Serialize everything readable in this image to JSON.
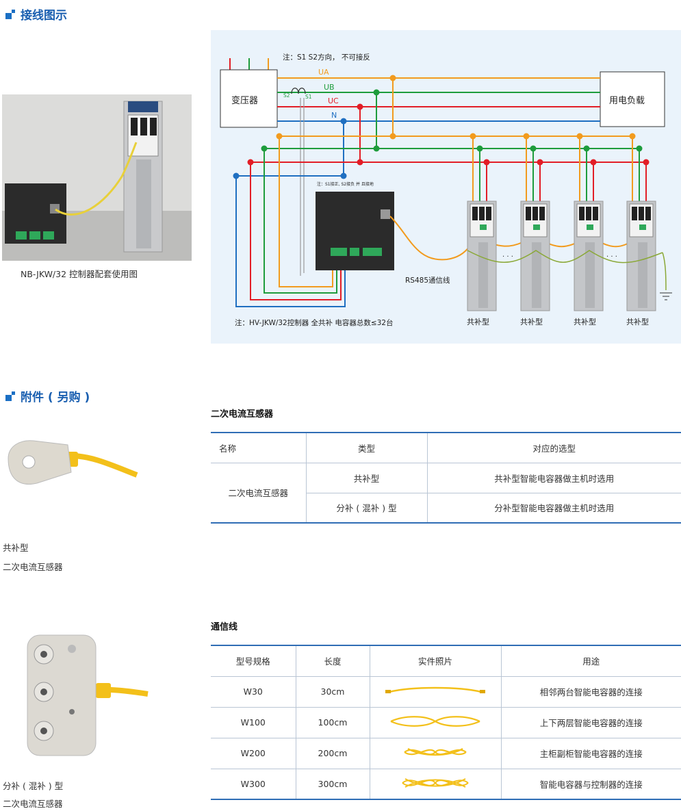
{
  "wiring": {
    "title": "接线图示",
    "photo_caption": "NB-JKW/32 控制器配套使用图",
    "diagram": {
      "note_top": "注：S1 S2方向， 不可接反",
      "transformer": "变压器",
      "load": "用电负载",
      "phase_labels": [
        "UA",
        "UB",
        "UC",
        "N"
      ],
      "s1": "S1",
      "s2": "S2",
      "controller_note": "注：S1接正, S2接负 并 且接地",
      "rs485": "RS485通信线",
      "dots": "· · ·",
      "capacitor_labels": [
        "共补型",
        "共补型",
        "共补型",
        "共补型"
      ],
      "note_bottom": "注：HV-JKW/32控制器 全共补 电容器总数≤32台",
      "colors": {
        "ua": "#f29b1e",
        "ub": "#1e9c3c",
        "uc": "#e21d26",
        "n": "#1f6fc1",
        "frame": "#333333"
      }
    }
  },
  "accessories": {
    "title": "附件 ( 另购 )",
    "ct1_caption_line1": "共补型",
    "ct1_caption_line2": "二次电流互感器",
    "ct2_caption_line1": "分补 ( 混补 ) 型",
    "ct2_caption_line2": "二次电流互感器",
    "table1": {
      "title": "二次电流互感器",
      "headers": [
        "名称",
        "类型",
        "对应的选型"
      ],
      "name": "二次电流互感器",
      "rows": [
        {
          "type": "共补型",
          "selection": "共补型智能电容器做主机时选用"
        },
        {
          "type": "分补 ( 混补 ) 型",
          "selection": "分补型智能电容器做主机时选用"
        }
      ]
    },
    "table2": {
      "title": "通信线",
      "headers": [
        "型号规格",
        "长度",
        "实件照片",
        "用途"
      ],
      "rows": [
        {
          "model": "W30",
          "length": "30cm",
          "usage": "相邻两台智能电容器的连接"
        },
        {
          "model": "W100",
          "length": "100cm",
          "usage": "上下两层智能电容器的连接"
        },
        {
          "model": "W200",
          "length": "200cm",
          "usage": "主柜副柜智能电容器的连接"
        },
        {
          "model": "W300",
          "length": "300cm",
          "usage": "智能电容器与控制器的连接"
        }
      ]
    }
  }
}
